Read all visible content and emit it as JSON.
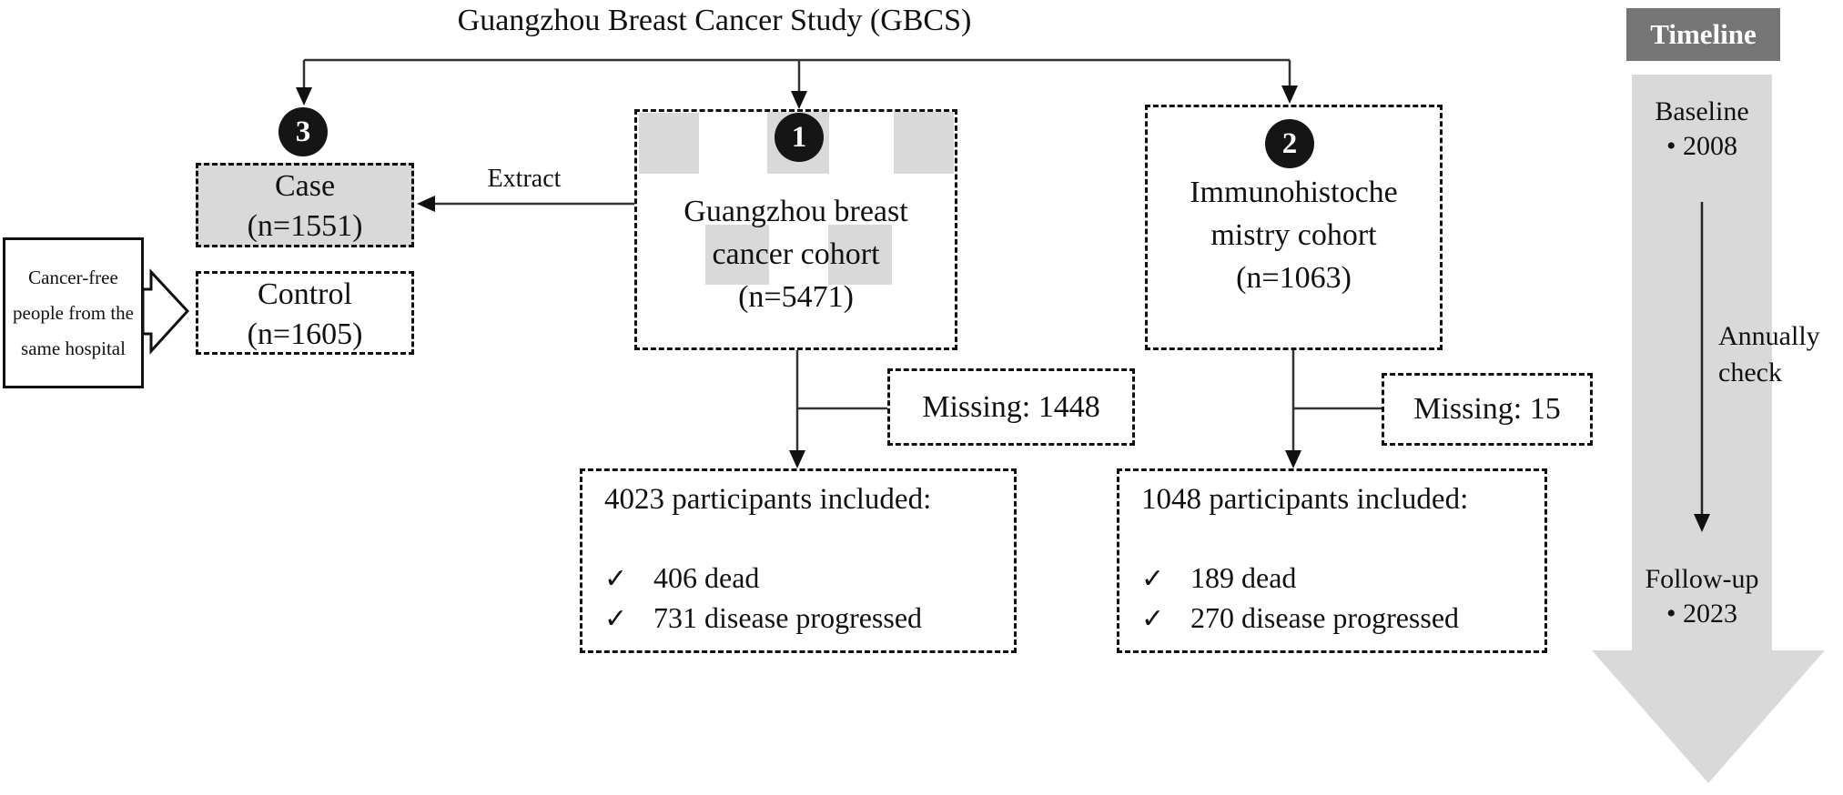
{
  "title": "Guangzhou Breast Cancer Study (GBCS)",
  "colors": {
    "light_gray": "#d9d9d9",
    "dark_gray_header": "#757575",
    "badge_black": "#151515",
    "line": "#333333",
    "text": "#111111"
  },
  "icons": {
    "check": "✓",
    "bullet": "•"
  },
  "extract_label": "Extract",
  "case_box": {
    "title": "Case",
    "n": "(n=1551)"
  },
  "control_box": {
    "title": "Control",
    "n": "(n=1605)"
  },
  "side_note": {
    "text": "Cancer-free people from the same hospital"
  },
  "cohort1": {
    "badge": "1",
    "name_line1": "Guangzhou breast",
    "name_line2": "cancer cohort",
    "n": "(n=5471)",
    "missing": "Missing: 1448",
    "included_title": "4023 participants included:",
    "outcomes": [
      "406 dead",
      "731 disease progressed"
    ]
  },
  "cohort2": {
    "badge": "2",
    "name_line1": "Immunohistoche",
    "name_line2": "mistry cohort",
    "n": "(n=1063)",
    "missing": "Missing: 15",
    "included_title": "1048 participants included:",
    "outcomes": [
      "189 dead",
      "270 disease progressed"
    ]
  },
  "case_control_badge": "3",
  "timeline": {
    "header": "Timeline",
    "baseline": "Baseline",
    "baseline_year": "• 2008",
    "annually_line1": "Annually",
    "annually_line2": "check",
    "followup": "Follow-up",
    "followup_year": "• 2023"
  }
}
